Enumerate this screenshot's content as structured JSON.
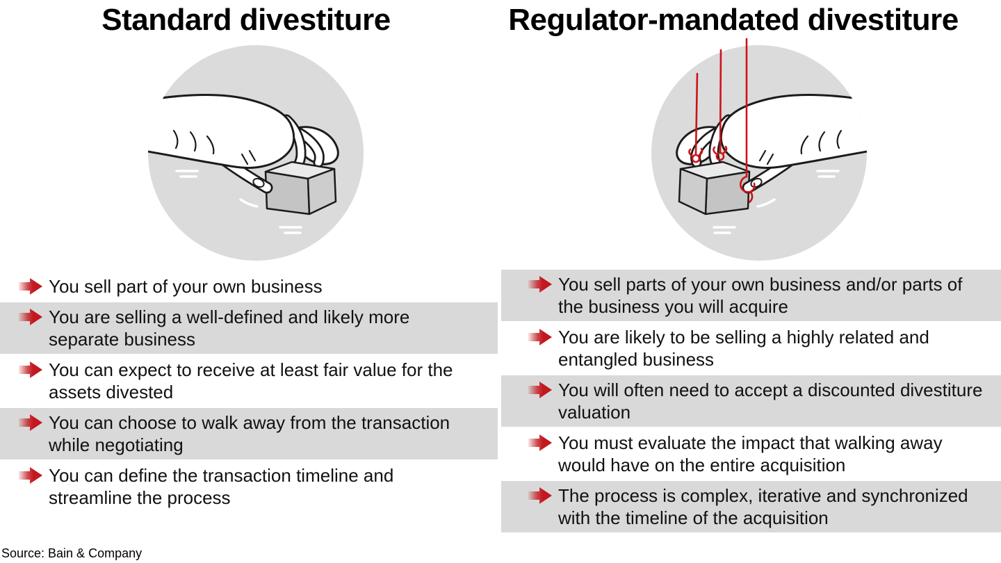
{
  "source_note": "Source: Bain & Company",
  "colors": {
    "accent_red": "#c2181e",
    "string_red": "#ce1216",
    "row_gray": "#d9d9d9",
    "circle_gray": "#dbdbdb",
    "text": "#111111"
  },
  "columns": [
    {
      "title": "Standard divestiture",
      "illustration": "hand-picking-up-cube",
      "bullets": [
        "You sell part of your own business",
        "You are selling a well-defined and likely more separate business",
        "You can expect to receive at least fair value for the assets divested",
        "You can choose to walk away from the transaction while negotiating",
        "You can define the transaction timeline and streamline the process"
      ]
    },
    {
      "title": "Regulator-mandated divestiture",
      "illustration": "hand-picking-up-cube-with-puppet-strings",
      "bullets": [
        "You sell parts of your own business and/or parts of the business you will acquire",
        "You are likely to be selling a highly related and entangled business",
        "You will often need to accept a discounted divestiture valuation",
        "You must evaluate the impact that walking away would have on the entire acquisition",
        "The process is complex, iterative and synchronized with the timeline of the acquisition"
      ]
    }
  ]
}
